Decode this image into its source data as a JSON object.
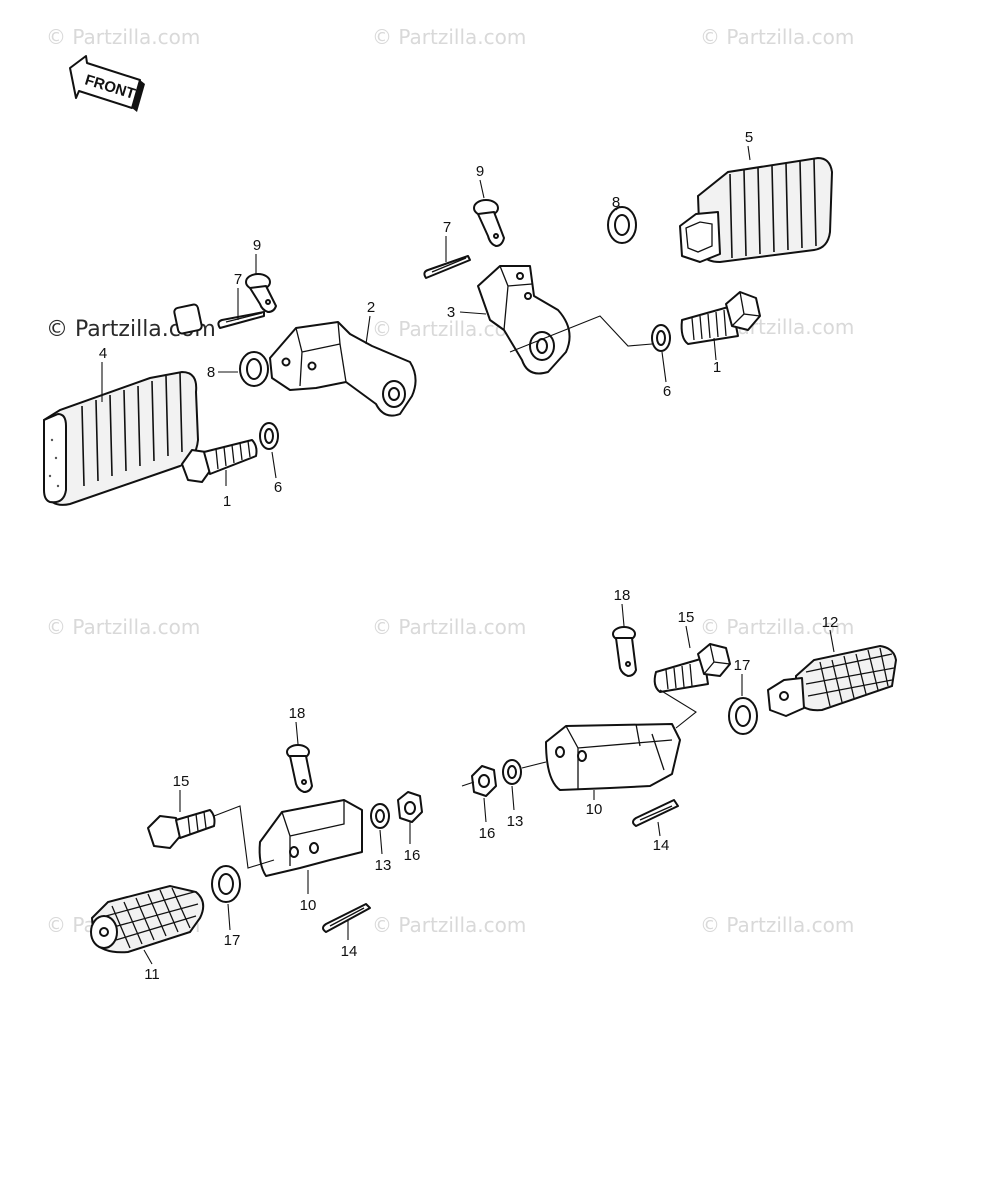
{
  "watermark": {
    "text": "© Partzilla.com",
    "featured_text": "© Partzilla.com"
  },
  "front_arrow": {
    "label": "FRONT",
    "icon": "front-arrow-icon"
  },
  "callouts": {
    "c1a": "1",
    "c1b": "1",
    "c2": "2",
    "c3": "3",
    "c4": "4",
    "c5": "5",
    "c6a": "6",
    "c6b": "6",
    "c7a": "7",
    "c7b": "7",
    "c8a": "8",
    "c8b": "8",
    "c9a": "9",
    "c9b": "9",
    "c10a": "10",
    "c10b": "10",
    "c11": "11",
    "c12": "12",
    "c13a": "13",
    "c13b": "13",
    "c14a": "14",
    "c14b": "14",
    "c15a": "15",
    "c15b": "15",
    "c16a": "16",
    "c16b": "16",
    "c17a": "17",
    "c17b": "17",
    "c18a": "18",
    "c18b": "18"
  },
  "colors": {
    "line": "#111111",
    "watermark": "#d9d9d9",
    "background": "#ffffff"
  }
}
